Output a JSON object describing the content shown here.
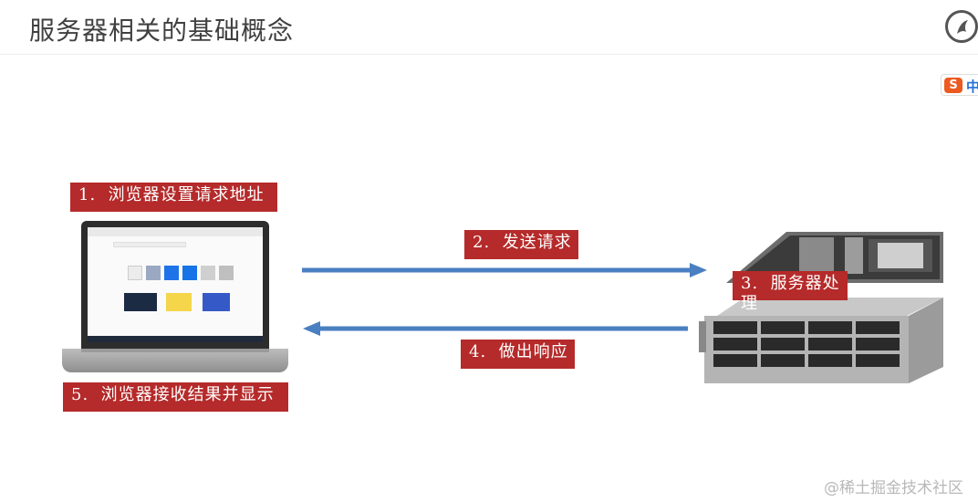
{
  "slide": {
    "title": "服务器相关的基础概念"
  },
  "steps": {
    "step1": "1.  浏览器设置请求地址",
    "step2": "2.  发送请求",
    "step3": "3.  服务器处理",
    "step4": "4.  做出响应",
    "step5": "5.  浏览器接收结果并显示"
  },
  "arrows": {
    "request_direction": "laptop-to-server",
    "response_direction": "server-to-laptop",
    "color": "#4a7fc1"
  },
  "colors": {
    "label_bg": "#b52a2a",
    "title_text": "#404040"
  },
  "icons": {
    "logo": "brand-logo-icon",
    "ime": "sogou-ime-icon",
    "laptop": "laptop-icon",
    "server": "rack-server-icon"
  },
  "ime": {
    "s": "S",
    "zh": "中"
  },
  "watermark": "@稀土掘金技术社区"
}
